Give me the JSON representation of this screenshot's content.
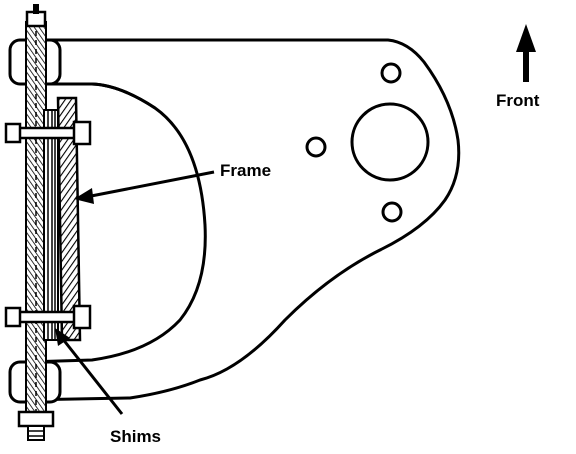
{
  "labels": {
    "frame": "Frame",
    "shims": "Shims",
    "front": "Front"
  },
  "colors": {
    "ink": "#000000",
    "paper": "#ffffff"
  }
}
